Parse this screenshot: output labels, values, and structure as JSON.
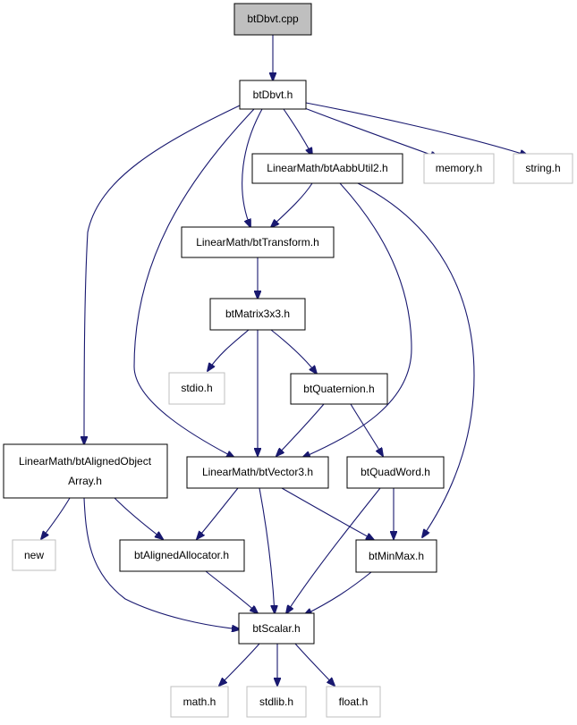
{
  "graph": {
    "nodes": {
      "btDbvt_cpp": "btDbvt.cpp",
      "btDbvt_h": "btDbvt.h",
      "btAabbUtil2": "LinearMath/btAabbUtil2.h",
      "memory": "memory.h",
      "string": "string.h",
      "btTransform": "LinearMath/btTransform.h",
      "btMatrix3x3": "btMatrix3x3.h",
      "stdio": "stdio.h",
      "btQuaternion": "btQuaternion.h",
      "btAlignedObjectArray_1": "LinearMath/btAlignedObject",
      "btAlignedObjectArray_2": "Array.h",
      "btVector3": "LinearMath/btVector3.h",
      "btQuadWord": "btQuadWord.h",
      "new": "new",
      "btAlignedAllocator": "btAlignedAllocator.h",
      "btMinMax": "btMinMax.h",
      "btScalar": "btScalar.h",
      "math": "math.h",
      "stdlib": "stdlib.h",
      "float": "float.h"
    },
    "external_nodes": [
      "memory",
      "string",
      "stdio",
      "new",
      "math",
      "stdlib",
      "float"
    ],
    "root_node": "btDbvt_cpp",
    "edges": [
      [
        "btDbvt_cpp",
        "btDbvt_h"
      ],
      [
        "btDbvt_h",
        "btAabbUtil2"
      ],
      [
        "btDbvt_h",
        "memory"
      ],
      [
        "btDbvt_h",
        "string"
      ],
      [
        "btDbvt_h",
        "btTransform"
      ],
      [
        "btDbvt_h",
        "btVector3"
      ],
      [
        "btDbvt_h",
        "btAlignedObjectArray"
      ],
      [
        "btAabbUtil2",
        "btTransform"
      ],
      [
        "btAabbUtil2",
        "btVector3"
      ],
      [
        "btAabbUtil2",
        "btMinMax"
      ],
      [
        "btTransform",
        "btMatrix3x3"
      ],
      [
        "btMatrix3x3",
        "stdio"
      ],
      [
        "btMatrix3x3",
        "btQuaternion"
      ],
      [
        "btMatrix3x3",
        "btVector3"
      ],
      [
        "btQuaternion",
        "btVector3"
      ],
      [
        "btQuaternion",
        "btQuadWord"
      ],
      [
        "btAlignedObjectArray",
        "new"
      ],
      [
        "btAlignedObjectArray",
        "btAlignedAllocator"
      ],
      [
        "btAlignedObjectArray",
        "btScalar"
      ],
      [
        "btVector3",
        "btAlignedAllocator"
      ],
      [
        "btVector3",
        "btScalar"
      ],
      [
        "btVector3",
        "btMinMax"
      ],
      [
        "btQuadWord",
        "btMinMax"
      ],
      [
        "btQuadWord",
        "btScalar"
      ],
      [
        "btAlignedAllocator",
        "btScalar"
      ],
      [
        "btMinMax",
        "btScalar"
      ],
      [
        "btScalar",
        "math"
      ],
      [
        "btScalar",
        "stdlib"
      ],
      [
        "btScalar",
        "float"
      ]
    ],
    "colors": {
      "edge": "#191970",
      "root_fill": "#bfbfbf",
      "node_border": "#000000",
      "external_border": "#bfbfbf"
    }
  }
}
